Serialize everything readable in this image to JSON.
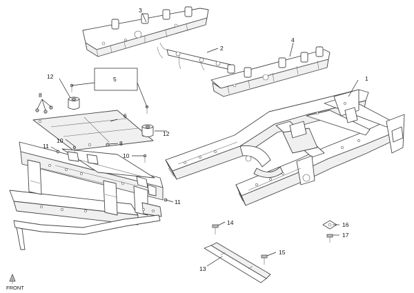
{
  "callouts": [
    "1",
    "2",
    "3",
    "4",
    "5",
    "6",
    "8",
    "8",
    "10",
    "10",
    "11",
    "11",
    "12",
    "12",
    "13",
    "14",
    "15",
    "16",
    "17"
  ],
  "front_label": "FRONT"
}
